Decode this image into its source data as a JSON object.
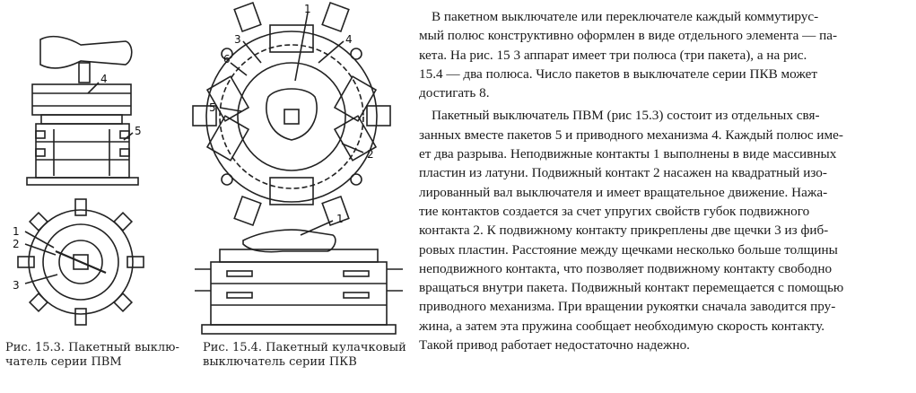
{
  "figure_1": {
    "caption": [
      "Рис. 15.3. Пакетный выклю-",
      "чатель серии ПВМ"
    ],
    "callouts": [
      "4",
      "5",
      "1",
      "2",
      "3"
    ]
  },
  "figure_2": {
    "caption": [
      "Рис. 15.4. Пакетный кулачковый",
      "выключатель серии ПКВ"
    ],
    "callouts": [
      "1",
      "3",
      "4",
      "6",
      "5",
      "2",
      "1"
    ]
  },
  "text": {
    "paragraph_1": [
      "В пакетном выключателе или переключателе каждый коммутирус-",
      "мый полюс конструктивно оформлен в виде отдельного элемента — па-",
      "кета. На рис. 15 3 аппарат имеет три полюса (три пакета), а на рис.",
      "15.4 — два полюса. Число пакетов в выключателе серии ПКВ может",
      "достигать 8."
    ],
    "paragraph_2": [
      "Пакетный выключатель ПВМ (рис 15.3) состоит из отдельных свя-",
      "занных вместе пакетов 5 и приводного механизма 4. Каждый полюс име-",
      "ет два разрыва. Неподвижные контакты 1 выполнены в виде массивных",
      "пластин из латуни. Подвижный контакт 2 насажен на квадратный изо-",
      "лированный вал выключателя и имеет вращательное движение. Нажа-",
      "тие контактов создается за счет упругих свойств губок подвижного",
      "контакта 2. К подвижному контакту прикреплены две щечки 3 из фиб-",
      "ровых пластин. Расстояние между щечками несколько больше толщины",
      "неподвижного контакта, что позволяет подвижному контакту свободно",
      "вращаться внутри пакета. Подвижный контакт перемещается с помощью",
      "приводного механизма. При вращении рукоятки сначала заводится пру-",
      "жина, а затем эта пружина сообщает необходимую скорость контакту.",
      "Такой привод работает недостаточно надежно."
    ]
  }
}
